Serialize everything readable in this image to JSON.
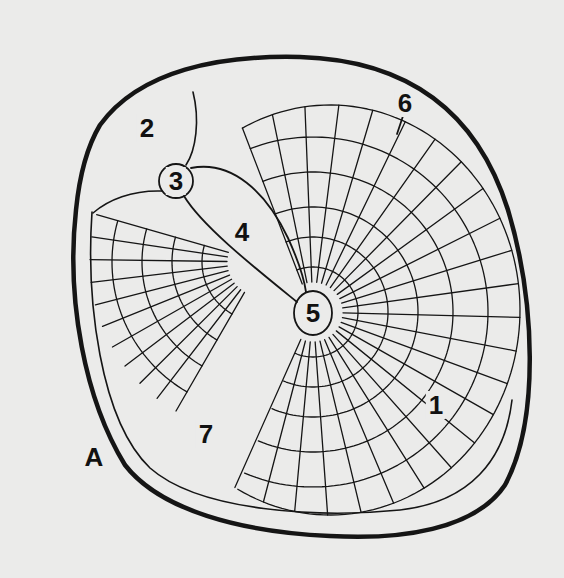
{
  "diagram": {
    "labels": [
      "6",
      "2",
      "3",
      "4",
      "5",
      "1",
      "7",
      "A"
    ]
  }
}
